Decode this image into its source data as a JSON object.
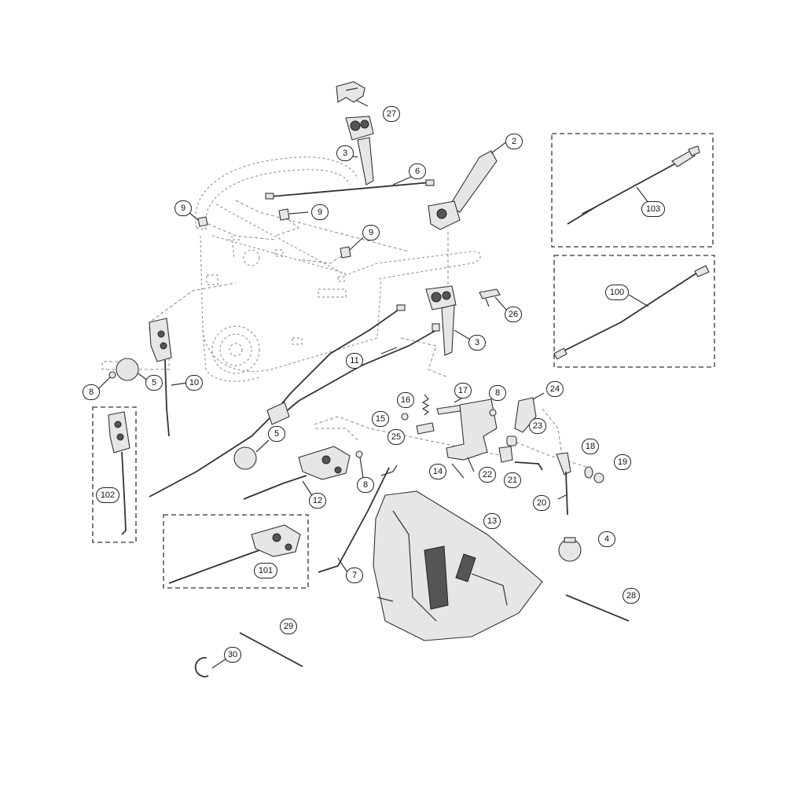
{
  "diagram": {
    "callouts": [
      "27",
      "3",
      "2",
      "6",
      "9",
      "9",
      "9",
      "103",
      "100",
      "26",
      "3",
      "11",
      "5",
      "8",
      "10",
      "17",
      "8",
      "24",
      "16",
      "15",
      "23",
      "25",
      "102",
      "5",
      "18",
      "19",
      "14",
      "22",
      "21",
      "8",
      "12",
      "20",
      "13",
      "4",
      "101",
      "7",
      "28",
      "29",
      "30"
    ]
  }
}
